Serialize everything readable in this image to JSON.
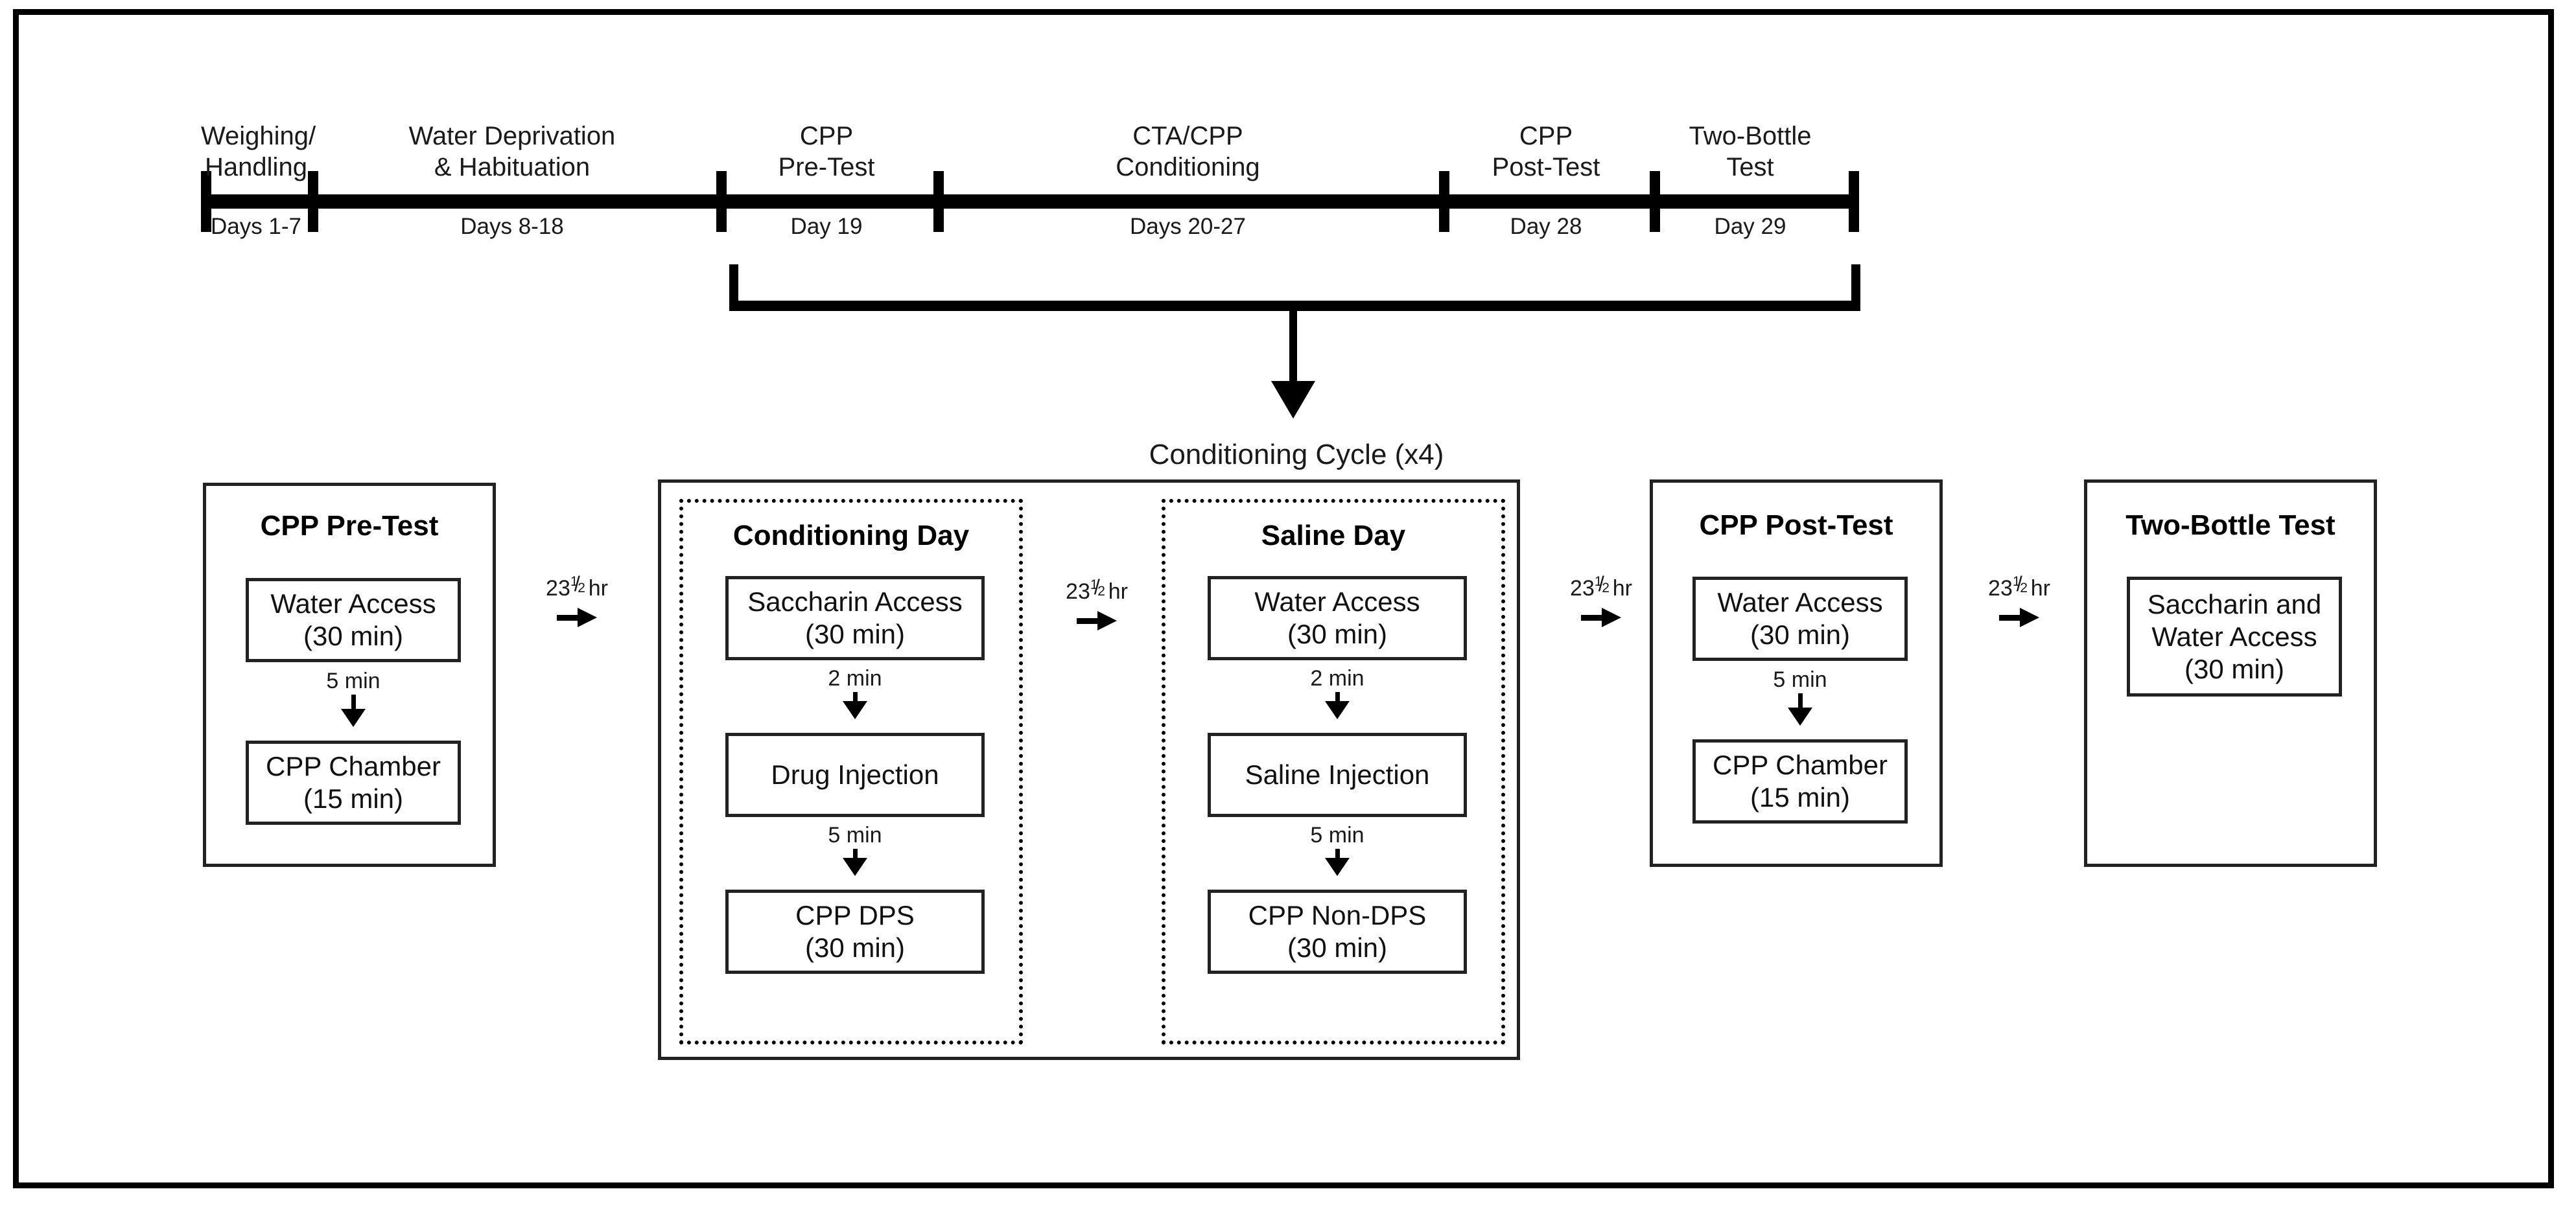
{
  "figure": {
    "cycle_caption": "Conditioning Cycle (x4)"
  },
  "timeline": {
    "phases": [
      {
        "label": "Weighing/\nHandling",
        "days": "Days 1-7"
      },
      {
        "label": "Water Deprivation\n& Habituation",
        "days": "Days 8-18"
      },
      {
        "label": "CPP\nPre-Test",
        "days": "Day 19"
      },
      {
        "label": "CTA/CPP\nConditioning",
        "days": "Days 20-27"
      },
      {
        "label": "CPP\nPost-Test",
        "days": "Day 28"
      },
      {
        "label": "Two-Bottle\nTest",
        "days": "Day 29"
      }
    ]
  },
  "stages": {
    "pre_test": {
      "title": "CPP  Pre-Test",
      "steps": [
        {
          "text": "Water Access\n(30 min)"
        },
        {
          "text": "CPP Chamber\n(15 min)"
        }
      ],
      "connectors": [
        {
          "label": "5 min"
        }
      ]
    },
    "conditioning_day": {
      "title": "Conditioning Day",
      "steps": [
        {
          "text": "Saccharin Access\n(30 min)"
        },
        {
          "text": "Drug Injection"
        },
        {
          "text": "CPP DPS\n(30 min)"
        }
      ],
      "connectors": [
        {
          "label": "2 min"
        },
        {
          "label": "5 min"
        }
      ]
    },
    "saline_day": {
      "title": "Saline Day",
      "steps": [
        {
          "text": "Water Access\n(30 min)"
        },
        {
          "text": "Saline Injection"
        },
        {
          "text": "CPP Non-DPS\n(30 min)"
        }
      ],
      "connectors": [
        {
          "label": "2 min"
        },
        {
          "label": "5 min"
        }
      ]
    },
    "post_test": {
      "title": "CPP  Post-Test",
      "steps": [
        {
          "text": "Water Access\n(30 min)"
        },
        {
          "text": "CPP Chamber\n(15 min)"
        }
      ],
      "connectors": [
        {
          "label": "5 min"
        }
      ]
    },
    "two_bottle_test": {
      "title": "Two-Bottle Test",
      "steps": [
        {
          "text": "Saccharin and\nWater Access\n(30 min)"
        }
      ]
    }
  },
  "interval_arrows": {
    "whole": "23",
    "numerator": "1",
    "slash": "/",
    "denominator": "2",
    "unit": "hr"
  }
}
